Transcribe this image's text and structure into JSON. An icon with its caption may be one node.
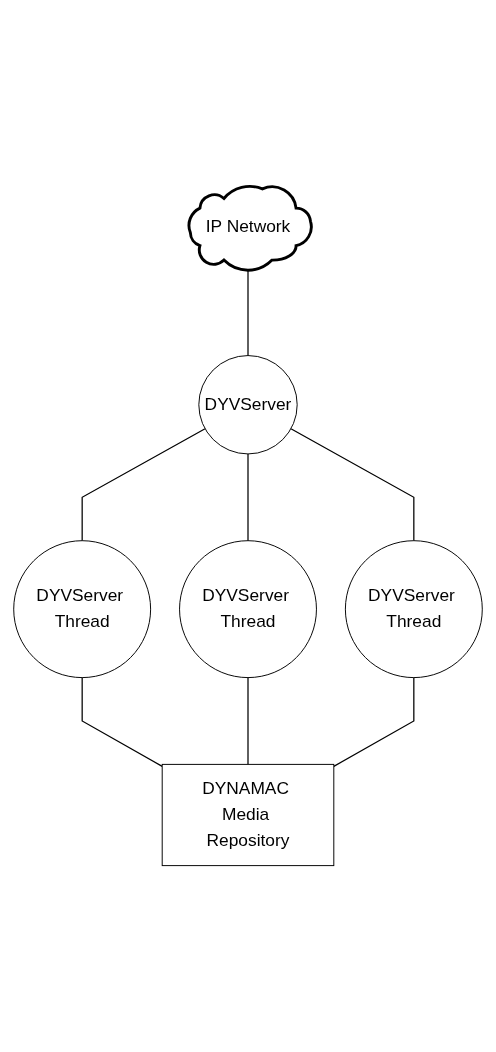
{
  "diagram": {
    "nodes": [
      {
        "text": [
          "IP Network"
        ]
      },
      {
        "text": [
          "DYVServer"
        ]
      },
      {
        "text": [
          "DYVServer Thread"
        ]
      },
      {
        "text": [
          "DYVServer Thread"
        ]
      },
      {
        "text": [
          "DYVServer Thread"
        ]
      },
      {
        "text": [
          "DYNAMAC Media Repository"
        ]
      }
    ],
    "edges": [
      {
        "from": 0,
        "to": 1,
        "arrow": "none"
      },
      {
        "from": 1,
        "to": 2,
        "arrow": "none"
      },
      {
        "from": 1,
        "to": 3,
        "arrow": "none"
      },
      {
        "from": 1,
        "to": 4,
        "arrow": "none"
      },
      {
        "from": 2,
        "to": 5,
        "arrow": "none"
      },
      {
        "from": 3,
        "to": 5,
        "arrow": "none"
      },
      {
        "from": 4,
        "to": 5,
        "arrow": "none"
      }
    ]
  }
}
